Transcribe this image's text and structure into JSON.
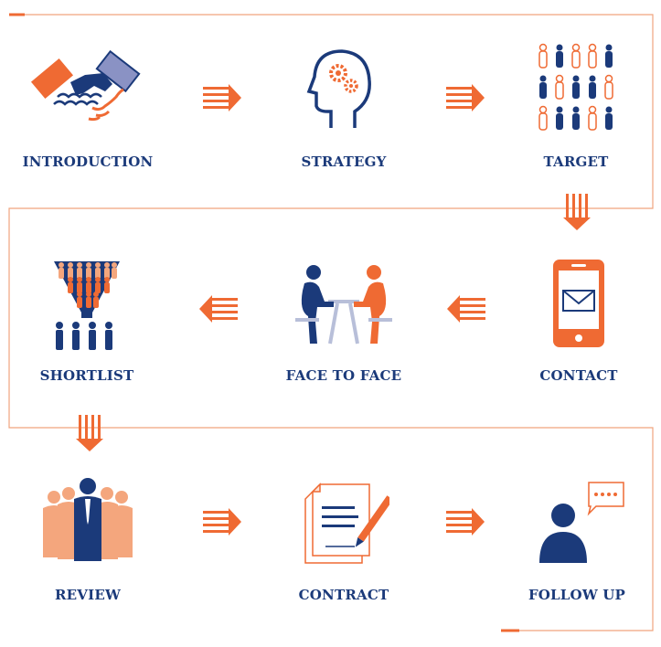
{
  "colors": {
    "accent": "#ef6a33",
    "primary": "#1b3a7a",
    "light": "#f4a67d",
    "line": "#f0a47e"
  },
  "steps": [
    {
      "label": "INTRODUCTION",
      "icon": "handshake-icon"
    },
    {
      "label": "STRATEGY",
      "icon": "head-gears-icon"
    },
    {
      "label": "TARGET",
      "icon": "people-grid-icon"
    },
    {
      "label": "CONTACT",
      "icon": "phone-envelope-icon"
    },
    {
      "label": "FACE TO FACE",
      "icon": "meeting-table-icon"
    },
    {
      "label": "SHORTLIST",
      "icon": "funnel-icon"
    },
    {
      "label": "REVIEW",
      "icon": "team-icon"
    },
    {
      "label": "CONTRACT",
      "icon": "document-pen-icon"
    },
    {
      "label": "FOLLOW UP",
      "icon": "person-speech-icon"
    }
  ]
}
